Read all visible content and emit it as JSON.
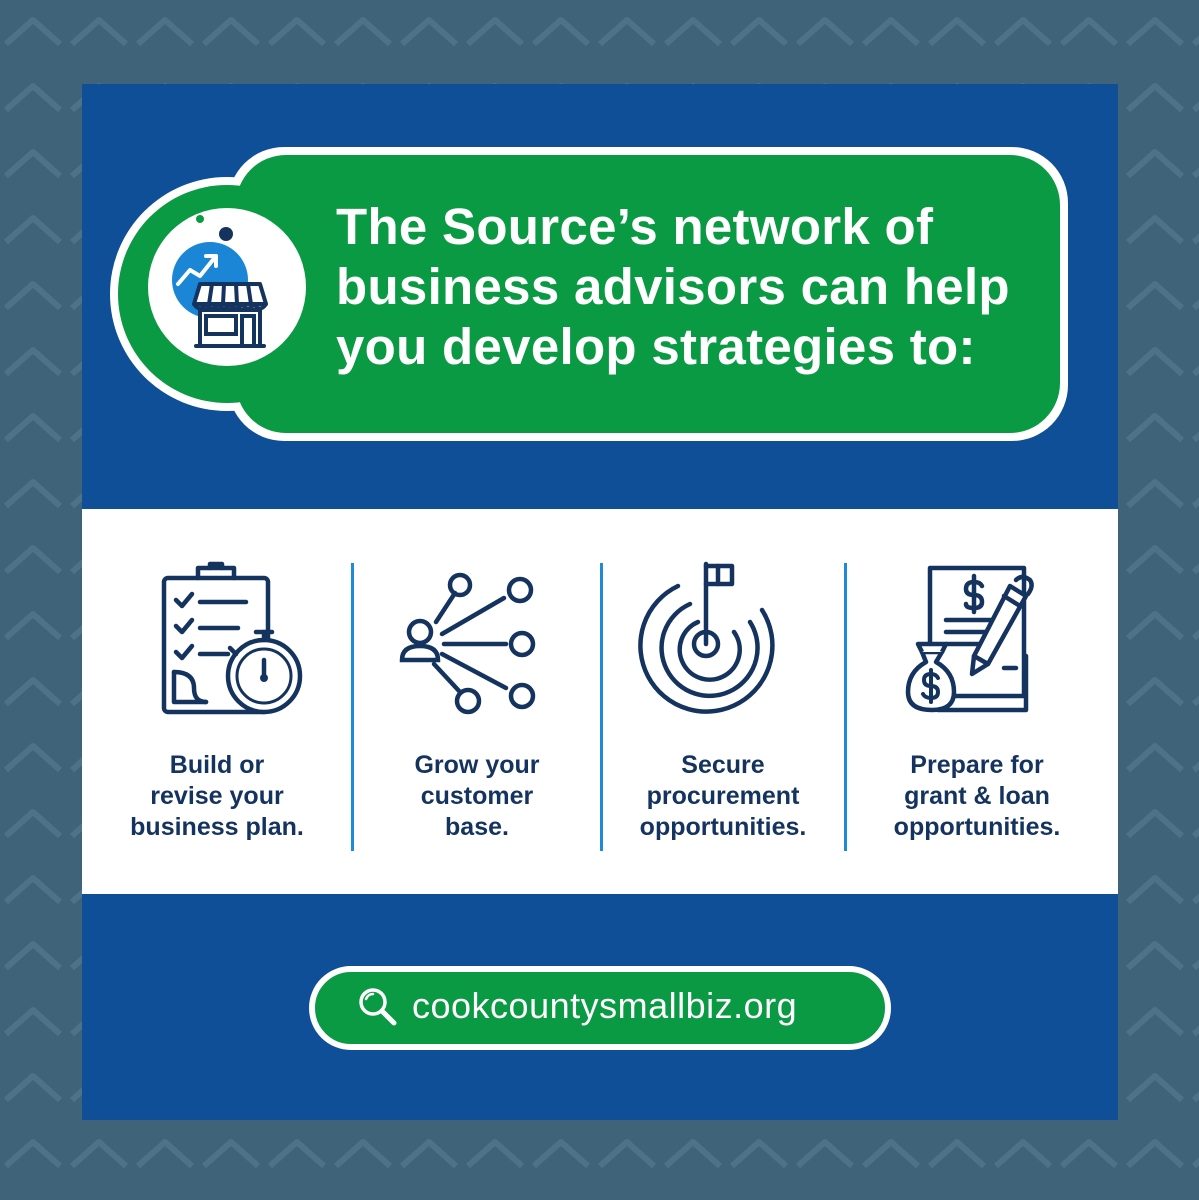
{
  "headline": {
    "lines": [
      "The Source’s network of",
      "business advisors can help",
      "you develop strategies to:"
    ]
  },
  "features": [
    {
      "icon": "clipboard-stopwatch-icon",
      "lines": [
        "Build or",
        "revise your",
        "business plan."
      ]
    },
    {
      "icon": "network-person-icon",
      "lines": [
        "Grow your",
        "customer",
        "base."
      ]
    },
    {
      "icon": "target-flag-icon",
      "lines": [
        "Secure",
        "procurement",
        "opportunities."
      ]
    },
    {
      "icon": "document-money-pen-icon",
      "lines": [
        "Prepare for",
        "grant & loan",
        "opportunities."
      ]
    }
  ],
  "url": {
    "icon": "search-icon",
    "text": "cookcountysmallbiz.org"
  },
  "colors": {
    "background": "#3f6479",
    "card_blue": "#0f4f98",
    "green": "#0a9a43",
    "icon_navy": "#15335f",
    "divider_blue": "#1e8bd8",
    "logo_blue": "#1b86d6"
  }
}
